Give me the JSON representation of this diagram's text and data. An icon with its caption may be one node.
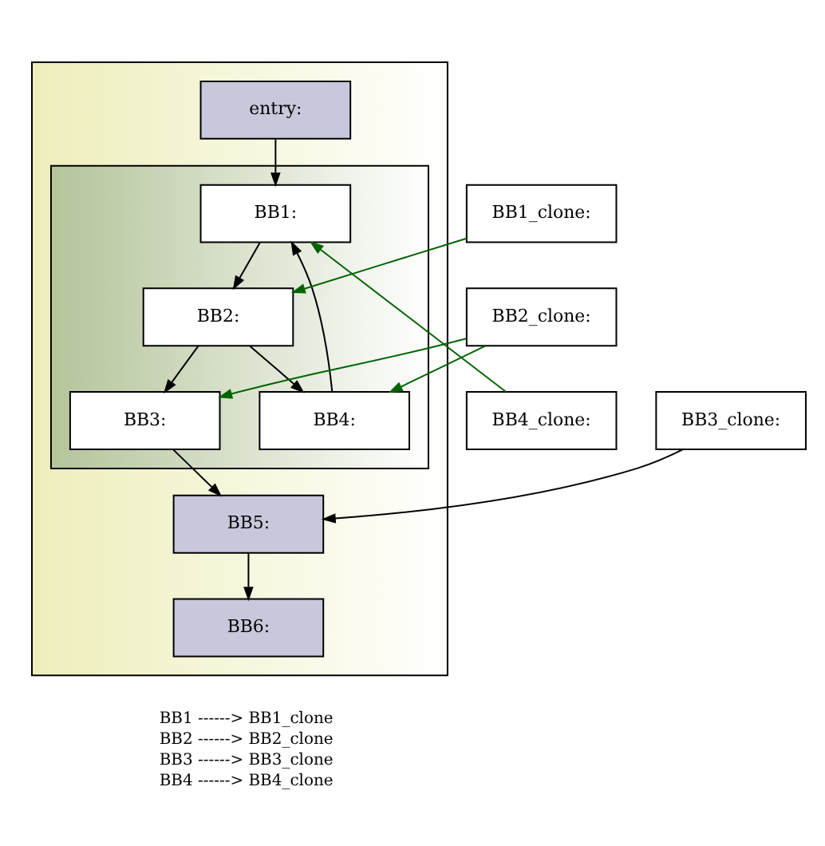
{
  "diagram": {
    "nodes": [
      {
        "text": [],
        "shape": "box"
      },
      {
        "text": [
          "entry:"
        ],
        "in": 0
      },
      {
        "text": [],
        "shape": "box",
        "in": 0
      },
      {
        "text": [
          "BB1:"
        ],
        "in": 2
      },
      {
        "text": [
          "BB2:"
        ],
        "in": 2
      },
      {
        "text": [
          "BB3:"
        ],
        "in": 2
      },
      {
        "text": [
          "BB4:"
        ],
        "in": 2
      },
      {
        "text": [
          "BB5:"
        ],
        "in": 0
      },
      {
        "text": [
          "BB6:"
        ],
        "in": 0
      },
      {
        "text": [
          "BB1_clone:"
        ]
      },
      {
        "text": [
          "BB2_clone:"
        ]
      },
      {
        "text": [
          "BB3_clone:"
        ]
      },
      {
        "text": [
          "BB4_clone:"
        ]
      }
    ],
    "edges": [
      {
        "from": 1,
        "to": 3,
        "arrow": "to"
      },
      {
        "from": 12,
        "to": 3,
        "arrow": "to",
        "color": "#006400"
      },
      {
        "from": 6,
        "to": 3,
        "arrow": "to"
      },
      {
        "from": 3,
        "to": 4,
        "arrow": "to"
      },
      {
        "from": 9,
        "to": 4,
        "arrow": "to",
        "color": "#006400"
      },
      {
        "from": 4,
        "to": 5,
        "arrow": "to"
      },
      {
        "from": 4,
        "to": 6,
        "arrow": "to"
      },
      {
        "from": 10,
        "to": 5,
        "arrow": "to",
        "color": "#006400"
      },
      {
        "from": 10,
        "to": 6,
        "arrow": "to",
        "color": "#006400"
      },
      {
        "from": 5,
        "to": 7,
        "arrow": "to"
      },
      {
        "from": 11,
        "to": 7,
        "arrow": "to"
      },
      {
        "from": 7,
        "to": 8,
        "arrow": "to"
      }
    ],
    "labels": [
      "BB1 ------> BB1_clone",
      "BB2 ------> BB2_clone",
      "BB3 ------> BB3_clone",
      "BB4 ------> BB4_clone"
    ]
  }
}
